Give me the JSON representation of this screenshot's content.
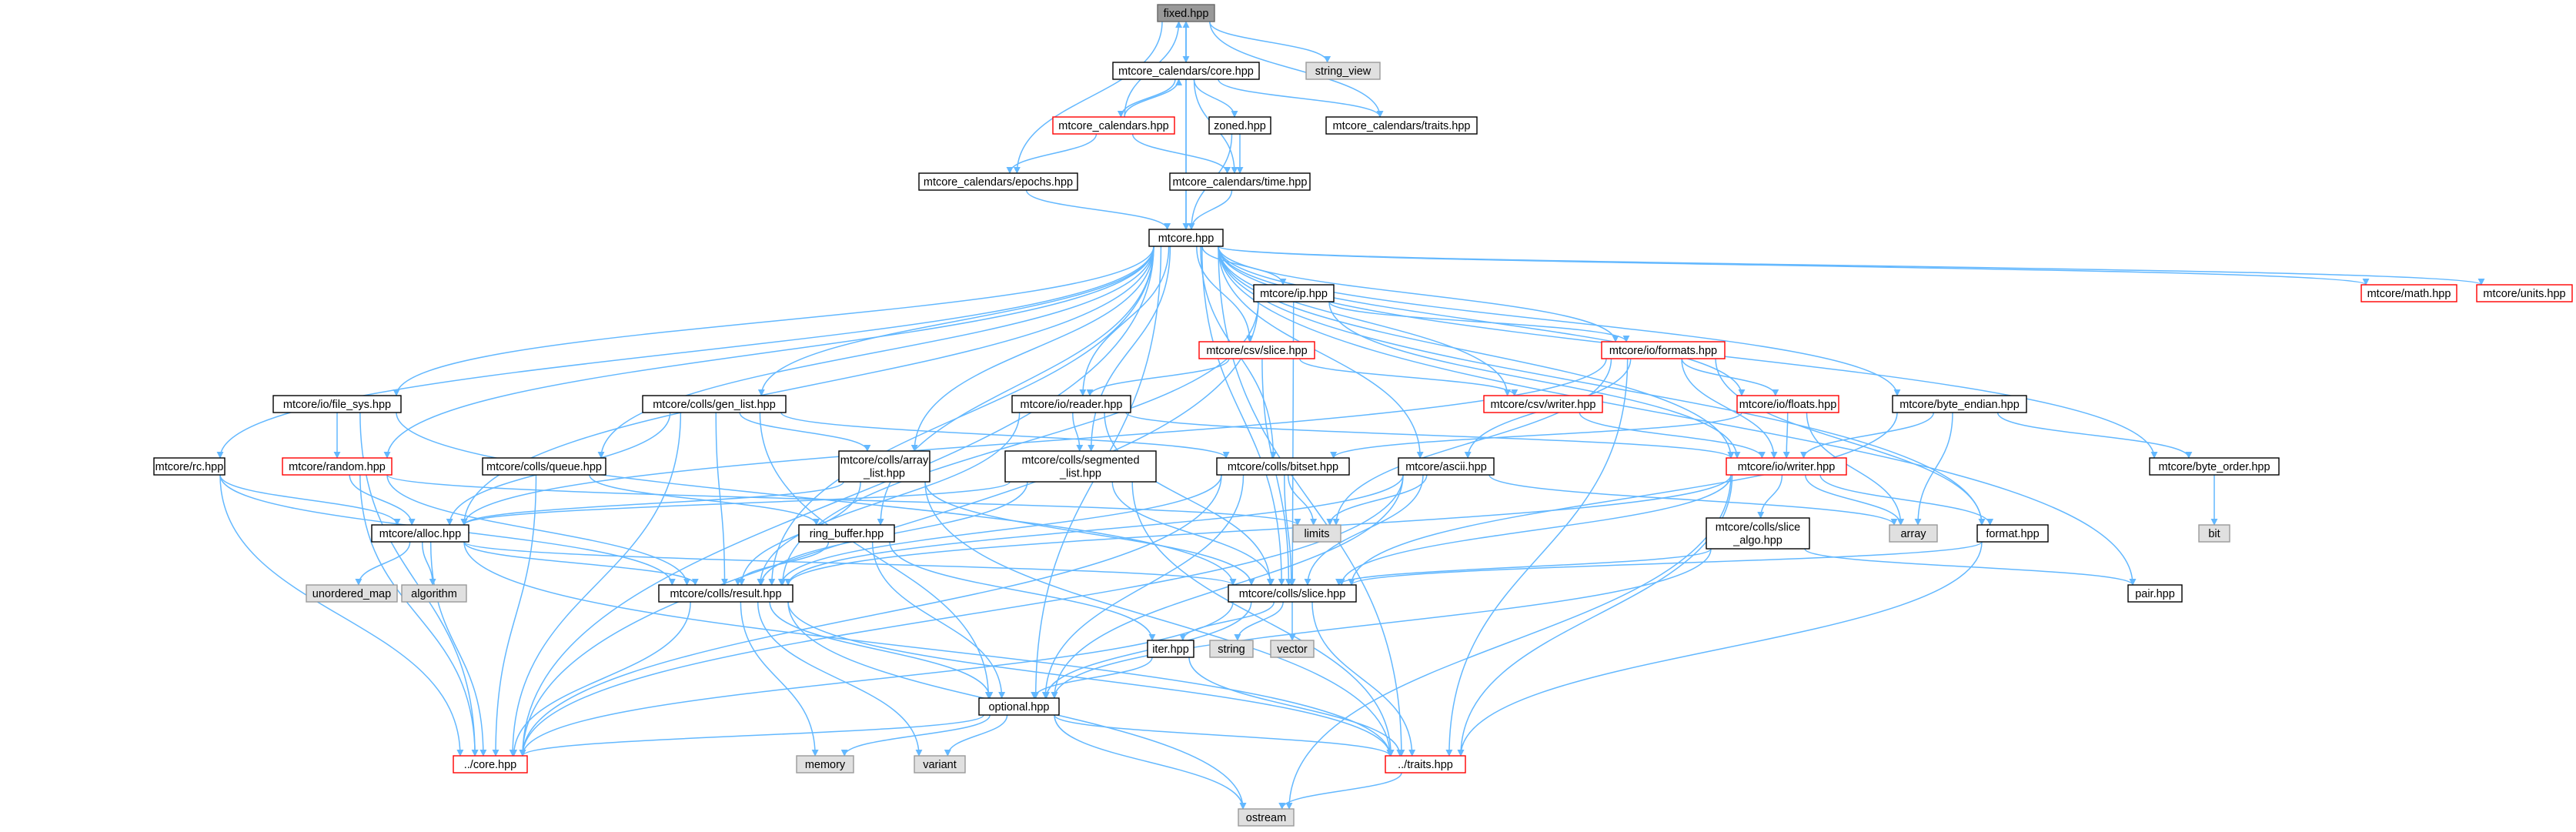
{
  "colors": {
    "edge": "#63b8ff",
    "node_fill": "#ffffff",
    "node_border": "#000000",
    "undocumented_border": "#ff0000",
    "external_fill": "#e0e0e0",
    "external_border": "#999999",
    "root_fill": "#999999",
    "root_border": "#666666"
  },
  "graph": {
    "nodes": [
      {
        "id": "fixed",
        "lines": [
          "fixed.hpp"
        ],
        "kind": "root"
      },
      {
        "id": "cal_core",
        "lines": [
          "mtcore_calendars/core.hpp"
        ],
        "kind": "normal"
      },
      {
        "id": "string_view",
        "lines": [
          "string_view"
        ],
        "kind": "external"
      },
      {
        "id": "cal",
        "lines": [
          "mtcore_calendars.hpp"
        ],
        "kind": "undoc"
      },
      {
        "id": "zoned",
        "lines": [
          "zoned.hpp"
        ],
        "kind": "normal"
      },
      {
        "id": "cal_traits",
        "lines": [
          "mtcore_calendars/traits.hpp"
        ],
        "kind": "normal"
      },
      {
        "id": "epochs",
        "lines": [
          "mtcore_calendars/epochs.hpp"
        ],
        "kind": "normal"
      },
      {
        "id": "cal_time",
        "lines": [
          "mtcore_calendars/time.hpp"
        ],
        "kind": "normal"
      },
      {
        "id": "mtcore",
        "lines": [
          "mtcore.hpp"
        ],
        "kind": "normal"
      },
      {
        "id": "ip",
        "lines": [
          "mtcore/ip.hpp"
        ],
        "kind": "normal"
      },
      {
        "id": "math",
        "lines": [
          "mtcore/math.hpp"
        ],
        "kind": "undoc"
      },
      {
        "id": "units",
        "lines": [
          "mtcore/units.hpp"
        ],
        "kind": "undoc"
      },
      {
        "id": "csv_slice",
        "lines": [
          "mtcore/csv/slice.hpp"
        ],
        "kind": "undoc"
      },
      {
        "id": "formats",
        "lines": [
          "mtcore/io/formats.hpp"
        ],
        "kind": "undoc"
      },
      {
        "id": "file_sys",
        "lines": [
          "mtcore/io/file_sys.hpp"
        ],
        "kind": "normal"
      },
      {
        "id": "gen_list",
        "lines": [
          "mtcore/colls/gen_list.hpp"
        ],
        "kind": "normal"
      },
      {
        "id": "reader",
        "lines": [
          "mtcore/io/reader.hpp"
        ],
        "kind": "normal"
      },
      {
        "id": "csv_writer",
        "lines": [
          "mtcore/csv/writer.hpp"
        ],
        "kind": "undoc"
      },
      {
        "id": "floats",
        "lines": [
          "mtcore/io/floats.hpp"
        ],
        "kind": "undoc"
      },
      {
        "id": "byte_endian",
        "lines": [
          "mtcore/byte_endian.hpp"
        ],
        "kind": "normal"
      },
      {
        "id": "random",
        "lines": [
          "mtcore/random.hpp"
        ],
        "kind": "undoc"
      },
      {
        "id": "array_list",
        "lines": [
          "mtcore/colls/array",
          "_list.hpp"
        ],
        "kind": "normal"
      },
      {
        "id": "segmented",
        "lines": [
          "mtcore/colls/segmented",
          "_list.hpp"
        ],
        "kind": "normal"
      },
      {
        "id": "bitset",
        "lines": [
          "mtcore/colls/bitset.hpp"
        ],
        "kind": "normal"
      },
      {
        "id": "io_writer",
        "lines": [
          "mtcore/io/writer.hpp"
        ],
        "kind": "undoc"
      },
      {
        "id": "rc",
        "lines": [
          "mtcore/rc.hpp"
        ],
        "kind": "normal"
      },
      {
        "id": "queue",
        "lines": [
          "mtcore/colls/queue.hpp"
        ],
        "kind": "normal"
      },
      {
        "id": "ascii",
        "lines": [
          "mtcore/ascii.hpp"
        ],
        "kind": "normal"
      },
      {
        "id": "byte_order",
        "lines": [
          "mtcore/byte_order.hpp"
        ],
        "kind": "normal"
      },
      {
        "id": "alloc",
        "lines": [
          "mtcore/alloc.hpp"
        ],
        "kind": "normal"
      },
      {
        "id": "ring_buffer",
        "lines": [
          "ring_buffer.hpp"
        ],
        "kind": "normal"
      },
      {
        "id": "limits",
        "lines": [
          "limits"
        ],
        "kind": "external"
      },
      {
        "id": "array",
        "lines": [
          "array"
        ],
        "kind": "external"
      },
      {
        "id": "slice_algo",
        "lines": [
          "mtcore/colls/slice",
          "_algo.hpp"
        ],
        "kind": "normal"
      },
      {
        "id": "format",
        "lines": [
          "format.hpp"
        ],
        "kind": "normal"
      },
      {
        "id": "bit",
        "lines": [
          "bit"
        ],
        "kind": "external"
      },
      {
        "id": "unordered_map",
        "lines": [
          "unordered_map"
        ],
        "kind": "external"
      },
      {
        "id": "algorithm",
        "lines": [
          "algorithm"
        ],
        "kind": "external"
      },
      {
        "id": "result",
        "lines": [
          "mtcore/colls/result.hpp"
        ],
        "kind": "normal"
      },
      {
        "id": "slice",
        "lines": [
          "mtcore/colls/slice.hpp"
        ],
        "kind": "normal"
      },
      {
        "id": "pair",
        "lines": [
          "pair.hpp"
        ],
        "kind": "normal"
      },
      {
        "id": "string",
        "lines": [
          "string"
        ],
        "kind": "external"
      },
      {
        "id": "vector",
        "lines": [
          "vector"
        ],
        "kind": "external"
      },
      {
        "id": "iter",
        "lines": [
          "iter.hpp"
        ],
        "kind": "normal"
      },
      {
        "id": "optional",
        "lines": [
          "optional.hpp"
        ],
        "kind": "normal"
      },
      {
        "id": "core",
        "lines": [
          "../core.hpp"
        ],
        "kind": "undoc"
      },
      {
        "id": "memory",
        "lines": [
          "memory"
        ],
        "kind": "external"
      },
      {
        "id": "variant",
        "lines": [
          "variant"
        ],
        "kind": "external"
      },
      {
        "id": "traits",
        "lines": [
          "../traits.hpp"
        ],
        "kind": "undoc"
      },
      {
        "id": "ostream",
        "lines": [
          "ostream"
        ],
        "kind": "external"
      }
    ],
    "edges": [
      [
        "fixed",
        "cal_core"
      ],
      [
        "fixed",
        "string_view"
      ],
      [
        "fixed",
        "cal_traits"
      ],
      [
        "fixed",
        "epochs"
      ],
      [
        "fixed",
        "mtcore"
      ],
      [
        "cal_core",
        "fixed"
      ],
      [
        "cal_core",
        "cal"
      ],
      [
        "cal_core",
        "zoned"
      ],
      [
        "cal_core",
        "cal_traits"
      ],
      [
        "cal_core",
        "cal_time"
      ],
      [
        "cal_core",
        "mtcore"
      ],
      [
        "cal",
        "fixed"
      ],
      [
        "cal",
        "cal_core"
      ],
      [
        "cal",
        "epochs"
      ],
      [
        "cal",
        "cal_time"
      ],
      [
        "zoned",
        "cal_time"
      ],
      [
        "zoned",
        "mtcore"
      ],
      [
        "epochs",
        "mtcore"
      ],
      [
        "cal_time",
        "mtcore"
      ],
      [
        "mtcore",
        "ip"
      ],
      [
        "mtcore",
        "math"
      ],
      [
        "mtcore",
        "units"
      ],
      [
        "mtcore",
        "csv_slice"
      ],
      [
        "mtcore",
        "formats"
      ],
      [
        "mtcore",
        "file_sys"
      ],
      [
        "mtcore",
        "gen_list"
      ],
      [
        "mtcore",
        "reader"
      ],
      [
        "mtcore",
        "csv_writer"
      ],
      [
        "mtcore",
        "floats"
      ],
      [
        "mtcore",
        "byte_endian"
      ],
      [
        "mtcore",
        "random"
      ],
      [
        "mtcore",
        "array_list"
      ],
      [
        "mtcore",
        "segmented"
      ],
      [
        "mtcore",
        "bitset"
      ],
      [
        "mtcore",
        "io_writer"
      ],
      [
        "mtcore",
        "rc"
      ],
      [
        "mtcore",
        "queue"
      ],
      [
        "mtcore",
        "ascii"
      ],
      [
        "mtcore",
        "byte_order"
      ],
      [
        "mtcore",
        "alloc"
      ],
      [
        "mtcore",
        "ring_buffer"
      ],
      [
        "mtcore",
        "format"
      ],
      [
        "mtcore",
        "result"
      ],
      [
        "mtcore",
        "slice"
      ],
      [
        "mtcore",
        "pair"
      ],
      [
        "mtcore",
        "optional"
      ],
      [
        "mtcore",
        "core"
      ],
      [
        "mtcore",
        "traits"
      ],
      [
        "ip",
        "formats"
      ],
      [
        "ip",
        "io_writer"
      ],
      [
        "ip",
        "core"
      ],
      [
        "ip",
        "result"
      ],
      [
        "ip",
        "slice"
      ],
      [
        "csv_slice",
        "reader"
      ],
      [
        "csv_slice",
        "csv_writer"
      ],
      [
        "csv_slice",
        "slice"
      ],
      [
        "formats",
        "floats"
      ],
      [
        "formats",
        "io_writer"
      ],
      [
        "formats",
        "alloc"
      ],
      [
        "formats",
        "ascii"
      ],
      [
        "formats",
        "limits"
      ],
      [
        "formats",
        "format"
      ],
      [
        "formats",
        "traits"
      ],
      [
        "file_sys",
        "random"
      ],
      [
        "file_sys",
        "core"
      ],
      [
        "file_sys",
        "slice"
      ],
      [
        "gen_list",
        "alloc"
      ],
      [
        "gen_list",
        "array_list"
      ],
      [
        "gen_list",
        "bitset"
      ],
      [
        "gen_list",
        "result"
      ],
      [
        "gen_list",
        "optional"
      ],
      [
        "gen_list",
        "core"
      ],
      [
        "reader",
        "segmented"
      ],
      [
        "reader",
        "io_writer"
      ],
      [
        "reader",
        "slice"
      ],
      [
        "reader",
        "result"
      ],
      [
        "csv_writer",
        "io_writer"
      ],
      [
        "floats",
        "io_writer"
      ],
      [
        "floats",
        "array"
      ],
      [
        "floats",
        "bitset"
      ],
      [
        "byte_endian",
        "io_writer"
      ],
      [
        "byte_endian",
        "byte_order"
      ],
      [
        "byte_endian",
        "array"
      ],
      [
        "byte_endian",
        "slice"
      ],
      [
        "random",
        "alloc"
      ],
      [
        "random",
        "result"
      ],
      [
        "random",
        "limits"
      ],
      [
        "random",
        "core"
      ],
      [
        "array_list",
        "alloc"
      ],
      [
        "array_list",
        "slice"
      ],
      [
        "array_list",
        "result"
      ],
      [
        "array_list",
        "traits"
      ],
      [
        "segmented",
        "alloc"
      ],
      [
        "segmented",
        "result"
      ],
      [
        "segmented",
        "slice"
      ],
      [
        "segmented",
        "traits"
      ],
      [
        "bitset",
        "limits"
      ],
      [
        "bitset",
        "result"
      ],
      [
        "bitset",
        "slice"
      ],
      [
        "bitset",
        "optional"
      ],
      [
        "bitset",
        "core"
      ],
      [
        "io_writer",
        "slice_algo"
      ],
      [
        "io_writer",
        "format"
      ],
      [
        "io_writer",
        "array"
      ],
      [
        "io_writer",
        "slice"
      ],
      [
        "io_writer",
        "result"
      ],
      [
        "io_writer",
        "ostream"
      ],
      [
        "io_writer",
        "traits"
      ],
      [
        "rc",
        "alloc"
      ],
      [
        "rc",
        "result"
      ],
      [
        "rc",
        "core"
      ],
      [
        "queue",
        "ring_buffer"
      ],
      [
        "queue",
        "core"
      ],
      [
        "ascii",
        "limits"
      ],
      [
        "ascii",
        "array"
      ],
      [
        "ascii",
        "slice"
      ],
      [
        "ascii",
        "result"
      ],
      [
        "ascii",
        "optional"
      ],
      [
        "ascii",
        "core"
      ],
      [
        "byte_order",
        "bit"
      ],
      [
        "alloc",
        "unordered_map"
      ],
      [
        "alloc",
        "algorithm"
      ],
      [
        "alloc",
        "result"
      ],
      [
        "alloc",
        "slice"
      ],
      [
        "alloc",
        "core"
      ],
      [
        "alloc",
        "traits"
      ],
      [
        "ring_buffer",
        "result"
      ],
      [
        "ring_buffer",
        "iter"
      ],
      [
        "ring_buffer",
        "optional"
      ],
      [
        "slice_algo",
        "slice"
      ],
      [
        "slice_algo",
        "optional"
      ],
      [
        "slice_algo",
        "pair"
      ],
      [
        "format",
        "slice"
      ],
      [
        "format",
        "traits"
      ],
      [
        "result",
        "optional"
      ],
      [
        "result",
        "core"
      ],
      [
        "result",
        "memory"
      ],
      [
        "result",
        "variant"
      ],
      [
        "result",
        "ostream"
      ],
      [
        "result",
        "traits"
      ],
      [
        "slice",
        "string"
      ],
      [
        "slice",
        "vector"
      ],
      [
        "slice",
        "iter"
      ],
      [
        "slice",
        "optional"
      ],
      [
        "slice",
        "core"
      ],
      [
        "slice",
        "traits"
      ],
      [
        "iter",
        "optional"
      ],
      [
        "iter",
        "traits"
      ],
      [
        "optional",
        "core"
      ],
      [
        "optional",
        "memory"
      ],
      [
        "optional",
        "variant"
      ],
      [
        "optional",
        "ostream"
      ],
      [
        "optional",
        "traits"
      ],
      [
        "traits",
        "ostream"
      ]
    ]
  }
}
